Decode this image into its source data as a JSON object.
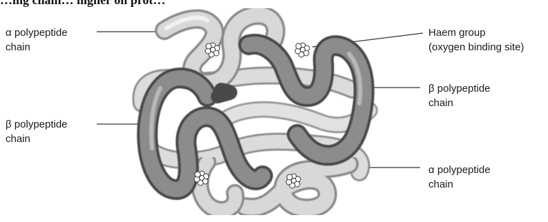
{
  "heading": "…ing chain… higher on prot…",
  "labels": {
    "alpha_top": [
      "α polypeptide",
      "chain"
    ],
    "beta_left": [
      "β polypeptide",
      "chain"
    ],
    "haem": [
      "Haem group",
      "(oxygen binding site)"
    ],
    "beta_right": [
      "β polypeptide",
      "chain"
    ],
    "alpha_bottom": [
      "α polypeptide",
      "chain"
    ]
  }
}
